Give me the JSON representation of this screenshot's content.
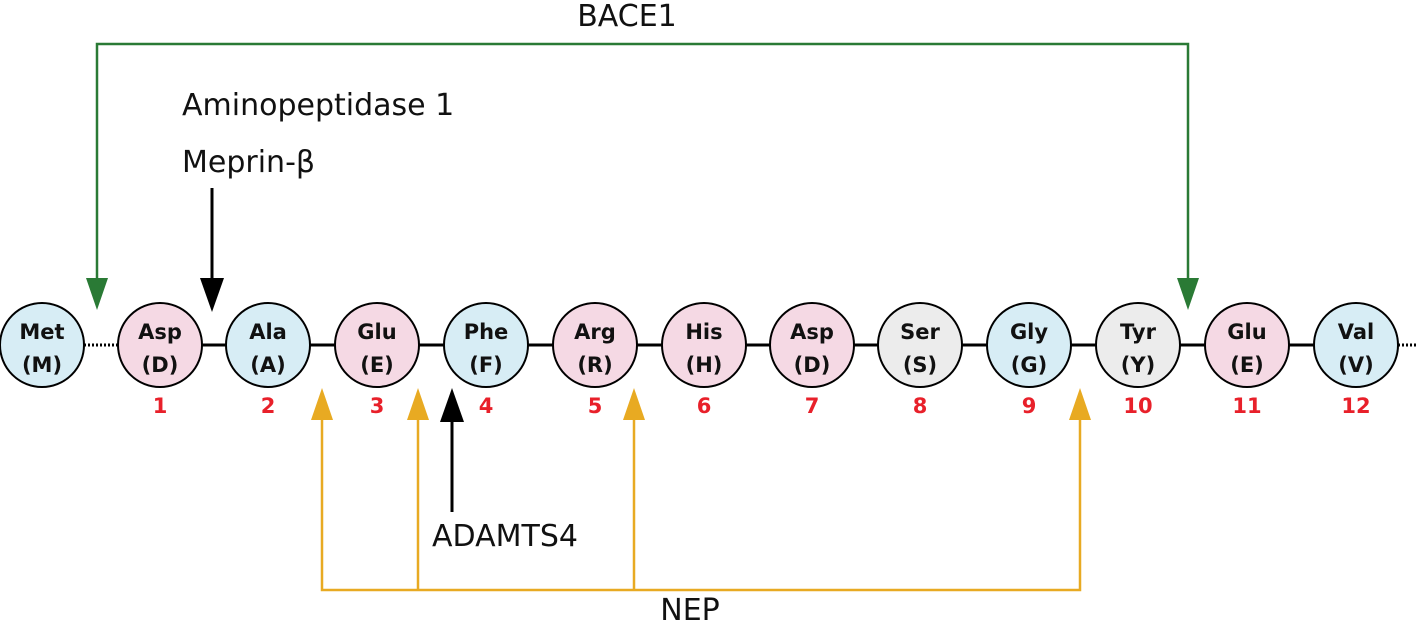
{
  "colors": {
    "acidic": "#f5d9e4",
    "hydrophobic": "#d7edf5",
    "neutral": "#ececec",
    "number": "#e8202a",
    "bace1": "#2a7a35",
    "nep": "#e8aa22",
    "black_arrow": "#000000"
  },
  "labels": {
    "bace1": "BACE1",
    "aminopeptidase": "Aminopeptidase 1",
    "meprin": "Meprin-β",
    "adamts4": "ADAMTS4",
    "nep": "NEP"
  },
  "residues": [
    {
      "name": "Met",
      "code": "(M)",
      "number": "",
      "type": "hydrophobic"
    },
    {
      "name": "Asp",
      "code": "(D)",
      "number": "1",
      "type": "acidic"
    },
    {
      "name": "Ala",
      "code": "(A)",
      "number": "2",
      "type": "hydrophobic"
    },
    {
      "name": "Glu",
      "code": "(E)",
      "number": "3",
      "type": "acidic"
    },
    {
      "name": "Phe",
      "code": "(F)",
      "number": "4",
      "type": "hydrophobic"
    },
    {
      "name": "Arg",
      "code": "(R)",
      "number": "5",
      "type": "acidic"
    },
    {
      "name": "His",
      "code": "(H)",
      "number": "6",
      "type": "acidic"
    },
    {
      "name": "Asp",
      "code": "(D)",
      "number": "7",
      "type": "acidic"
    },
    {
      "name": "Ser",
      "code": "(S)",
      "number": "8",
      "type": "neutral"
    },
    {
      "name": "Gly",
      "code": "(G)",
      "number": "9",
      "type": "hydrophobic"
    },
    {
      "name": "Tyr",
      "code": "(Y)",
      "number": "10",
      "type": "neutral"
    },
    {
      "name": "Glu",
      "code": "(E)",
      "number": "11",
      "type": "acidic"
    },
    {
      "name": "Val",
      "code": "(V)",
      "number": "12",
      "type": "hydrophobic"
    }
  ]
}
